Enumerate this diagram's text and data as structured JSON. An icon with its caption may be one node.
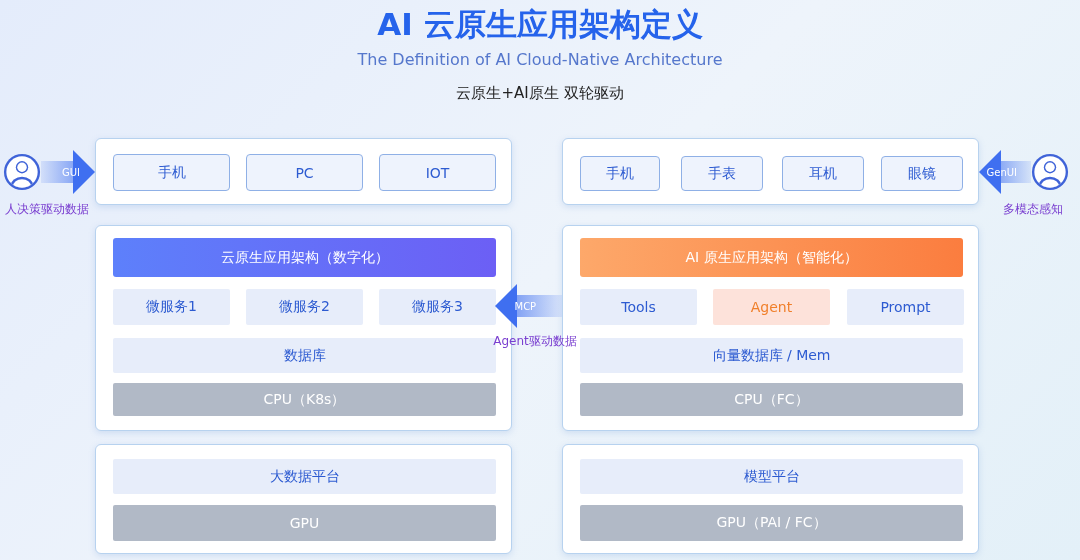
{
  "diagram": {
    "title": "AI 云原生应用架构定义",
    "nodes": [
      {
        "text": [],
        "shape": "person",
        "beside": [
          "人决策驱动数据"
        ]
      },
      {
        "text": [],
        "shape": "box"
      },
      {
        "text": [
          "手机"
        ],
        "in": 1
      },
      {
        "text": [
          "PC"
        ],
        "in": 1
      },
      {
        "text": [
          "IOT"
        ],
        "in": 1
      },
      {
        "text": [],
        "shape": "box"
      },
      {
        "text": [
          "手机"
        ],
        "in": 5
      },
      {
        "text": [
          "手表"
        ],
        "in": 5
      },
      {
        "text": [
          "耳机"
        ],
        "in": 5
      },
      {
        "text": [
          "眼镜"
        ],
        "in": 5
      },
      {
        "text": [],
        "shape": "person",
        "beside": [
          "多模态感知"
        ]
      },
      {
        "text": [],
        "shape": "box"
      },
      {
        "text": [
          "云原生应用架构（数字化）"
        ],
        "in": 11
      },
      {
        "text": [
          "微服务1"
        ],
        "in": 11
      },
      {
        "text": [
          "微服务2"
        ],
        "in": 11
      },
      {
        "text": [
          "微服务3"
        ],
        "in": 11
      },
      {
        "text": [
          "数据库"
        ],
        "in": 11
      },
      {
        "text": [
          "CPU（K8s）"
        ],
        "in": 11
      },
      {
        "text": [],
        "shape": "box"
      },
      {
        "text": [
          "AI 原生应用架构（智能化）"
        ],
        "in": 18
      },
      {
        "text": [
          "Tools"
        ],
        "in": 18
      },
      {
        "text": [
          "Agent"
        ],
        "in": 18
      },
      {
        "text": [
          "Prompt"
        ],
        "in": 18
      },
      {
        "text": [
          "向量数据库 / Mem"
        ],
        "in": 18
      },
      {
        "text": [
          "CPU（FC）"
        ],
        "in": 18
      },
      {
        "text": [],
        "shape": "box"
      },
      {
        "text": [
          "大数据平台"
        ],
        "in": 25
      },
      {
        "text": [
          "GPU"
        ],
        "in": 25
      },
      {
        "text": [],
        "shape": "box"
      },
      {
        "text": [
          "模型平台"
        ],
        "in": 28
      },
      {
        "text": [
          "GPU（PAI / FC）"
        ],
        "in": 28
      }
    ],
    "edges": [
      {
        "from": 0,
        "to": 1,
        "arrow": "to",
        "label": "GUI"
      },
      {
        "from": 10,
        "to": 5,
        "arrow": "to",
        "label": "GenUI"
      },
      {
        "from": 18,
        "to": 15,
        "arrow": "to",
        "label": "MCP"
      }
    ],
    "labels": [
      "The Definition of AI Cloud-Native Architecture",
      "云原生+AI原生 双轮驱动",
      "Agent驱动数据"
    ]
  }
}
